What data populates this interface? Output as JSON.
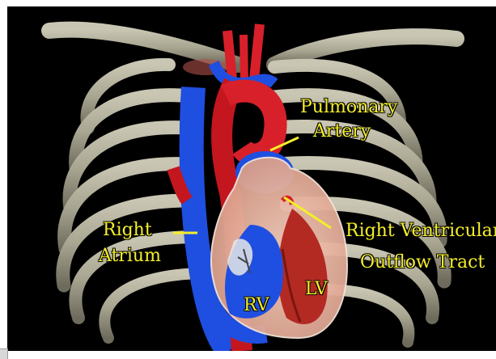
{
  "labels": {
    "pulmonary_artery_line1": "Pulmonary",
    "pulmonary_artery_line2": "Artery",
    "right_atrium_line1": "Right",
    "right_atrium_line2": "Atrium",
    "rvot_line1": "Right Ventricular",
    "rvot_line2": "Outflow Tract",
    "lv": "LV",
    "rv": "RV"
  },
  "colors": {
    "background": "#000000",
    "label": "#f4ee2a",
    "rib": "#a9a692",
    "vein": "#1f4fe0",
    "artery": "#d8202a",
    "heart_wall": "#f2c2ad"
  }
}
